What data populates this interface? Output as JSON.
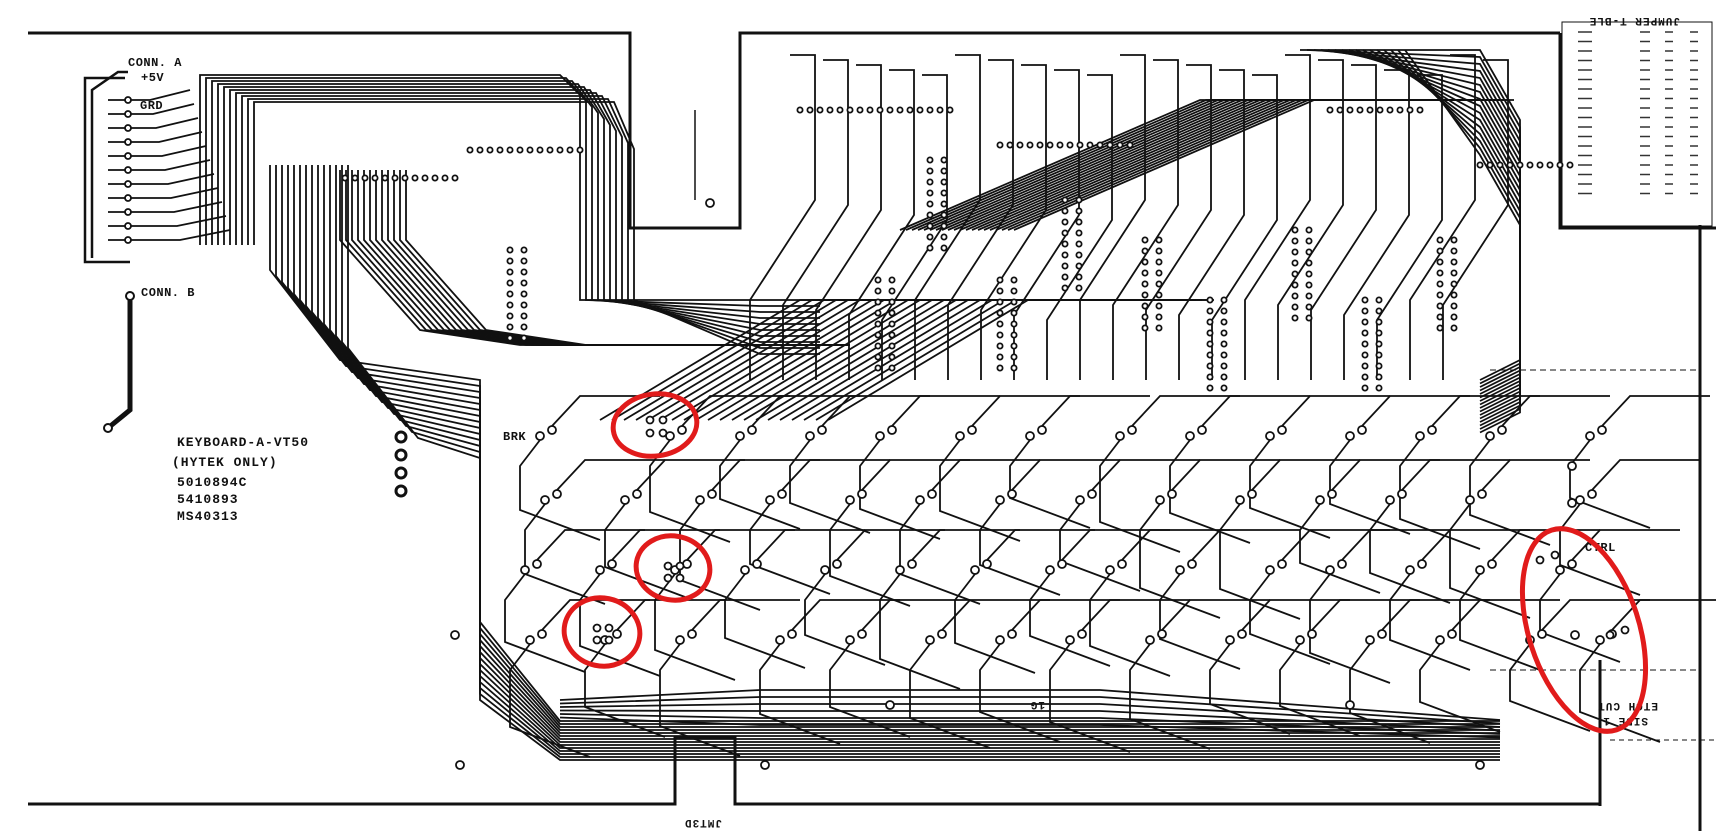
{
  "board": {
    "title": "KEYBOARD-A-VT50",
    "subtitle": "(HYTEK ONLY)",
    "part_numbers": [
      "5010894C",
      "5410893",
      "MS40313"
    ],
    "labels": {
      "conn_a": "CONN. A",
      "plus5v": "+5V",
      "grd": "GRD",
      "conn_b": "CONN. B",
      "brk": "BRK",
      "ctrl": "CTRL"
    },
    "mirrored": {
      "jumper_table": "JUMPER T-BLE",
      "etch_cut": "ETCH CUT",
      "side1": "SIDE 1",
      "bottom_code": "JMT3D",
      "center_code": "1G"
    }
  },
  "annotations": {
    "marker_color": "#e11b1b",
    "ink_color": "#111111",
    "paper_color": "#ffffff"
  }
}
